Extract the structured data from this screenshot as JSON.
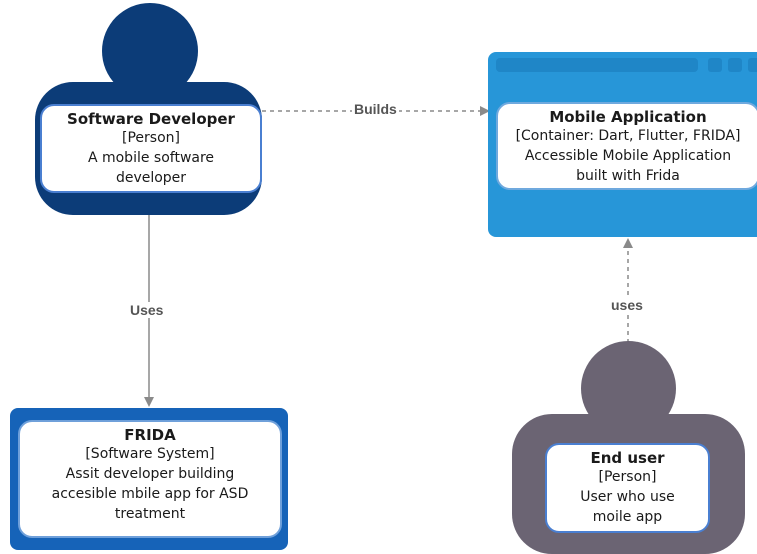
{
  "colors": {
    "developer": "#0c3c78",
    "app_container": "#2796d8",
    "app_bar": "#1f86c7",
    "frida": "#1663b8",
    "enduser": "#6b6473",
    "edge": "#8a8a8a"
  },
  "nodes": {
    "developer": {
      "title": "Software Developer",
      "type": "[Person]",
      "desc_1": "A mobile software",
      "desc_2": "developer"
    },
    "app": {
      "title": "Mobile Application",
      "type": "[Container: Dart, Flutter, FRIDA]",
      "desc_1": "Accessible Mobile Application",
      "desc_2": "built with Frida"
    },
    "frida": {
      "title": "FRIDA",
      "type": "[Software System]",
      "desc_1": "Assit developer building",
      "desc_2": "accesible mbile app for ASD",
      "desc_3": "treatment"
    },
    "enduser": {
      "title": "End user",
      "type": "[Person]",
      "desc_1": "User who use",
      "desc_2": "moile app"
    }
  },
  "edges": {
    "builds": "Builds",
    "uses_dev": "Uses",
    "uses_end": "uses"
  }
}
